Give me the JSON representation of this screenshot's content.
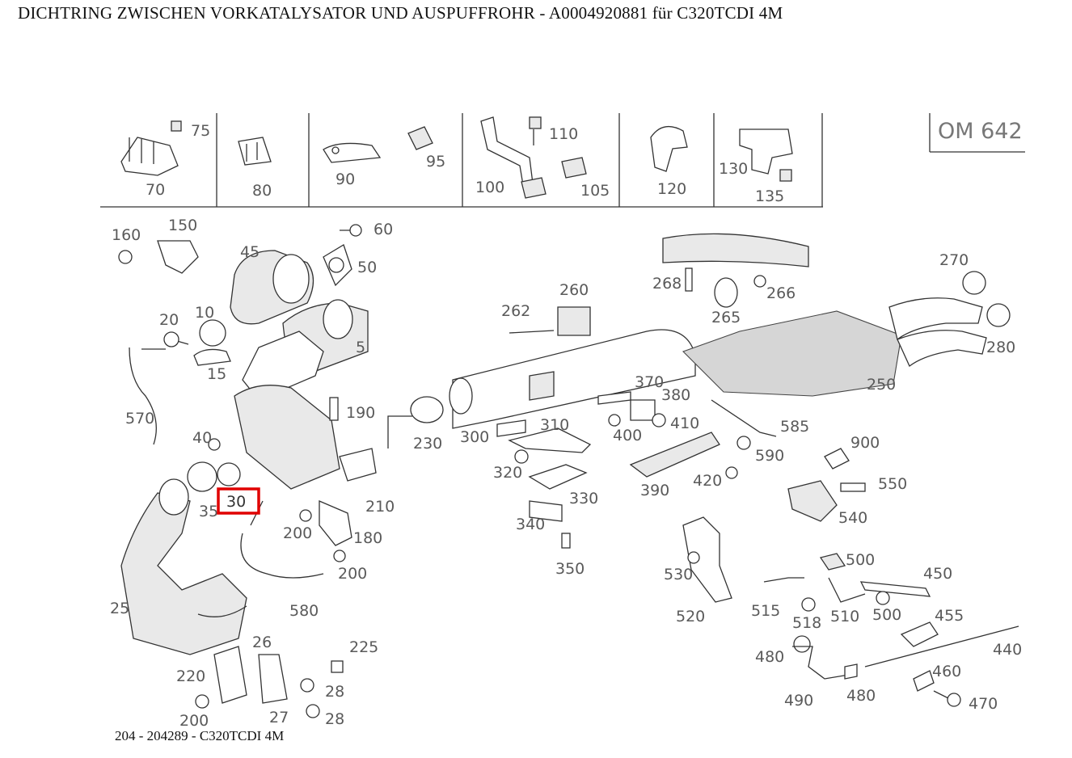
{
  "title": "DICHTRING ZWISCHEN VORKATALYSATOR UND AUSPUFFROHR - A0004920881 für C320TCDI 4M",
  "footer": "204 - 204289 - C320TCDI 4M",
  "engine_code": "OM 642",
  "highlight": {
    "part": "30",
    "color": "#e00000"
  },
  "panel_labels": [
    "75",
    "70",
    "80",
    "90",
    "95",
    "110",
    "100",
    "105",
    "120",
    "130",
    "135"
  ],
  "part_labels": [
    "160",
    "150",
    "60",
    "45",
    "50",
    "20",
    "10",
    "15",
    "5",
    "570",
    "190",
    "40",
    "35",
    "30",
    "210",
    "200",
    "180",
    "200",
    "580",
    "25",
    "26",
    "225",
    "220",
    "28",
    "27",
    "28",
    "200",
    "262",
    "260",
    "268",
    "265",
    "266",
    "270",
    "280",
    "250",
    "230",
    "300",
    "310",
    "370",
    "380",
    "400",
    "410",
    "585",
    "590",
    "320",
    "330",
    "340",
    "350",
    "390",
    "420",
    "900",
    "550",
    "540",
    "530",
    "520",
    "500",
    "450",
    "515",
    "518",
    "510",
    "500",
    "455",
    "440",
    "480",
    "460",
    "490",
    "480",
    "470"
  ]
}
